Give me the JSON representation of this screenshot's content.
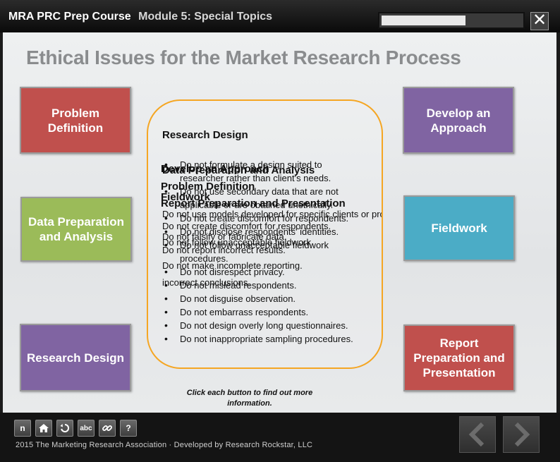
{
  "header": {
    "course": "MRA PRC Prep Course",
    "module": "Module 5:  Special Topics",
    "progress_percent": 60,
    "close_icon": "close-icon"
  },
  "slide": {
    "title": "Ethical Issues for the Market Research Process"
  },
  "tiles": {
    "problem_definition": "Problem Definition",
    "develop_approach": "Develop an Approach",
    "data_preparation": "Data Preparation and Analysis",
    "fieldwork": "Fieldwork",
    "research_design": "Research Design",
    "report": "Report Preparation and Presentation"
  },
  "panel": {
    "heading": "Research Design",
    "bullets": [
      "Do not formulate a design suited to researcher rather than client's needs.",
      "Do not use secondary data that are not applicable or are obtained unethically.",
      "Do not create discomfort for respondents.",
      "Do not disclose respondents' identities.",
      "Do not follow unacceptable fieldwork procedures.",
      "Do not disrespect privacy.",
      "Do not mislead respondents.",
      "Do not disguise observation.",
      "Do not embarrass respondents.",
      "Do not design overly long questionnaires.",
      "Do not inappropriate sampling procedures."
    ],
    "ghost_headings": [
      "Develop an Approach",
      "Data Preparation and Analysis",
      "Problem Definition",
      "Fieldwork",
      "Report Preparation and Presentation"
    ],
    "ghost_lines": [
      "Do not use models developed for specific clients or projects",
      "Do not create discomfort for respondents.",
      "Do not falsify or fabricate data.",
      "Do not follow unacceptable fieldwork",
      "Do not report incorrect results.",
      "Do not make incomplete reporting.",
      "incorrect conclusions."
    ]
  },
  "hint": "Click each button to find out more information.",
  "toolbar": {
    "notes_label": "n",
    "glossary_label": "abc",
    "help_label": "?",
    "icons": [
      "home-icon",
      "replay-icon",
      "link-icon"
    ]
  },
  "footer": {
    "text": "2015 The Marketing Research Association · Developed by Research Rockstar, LLC"
  },
  "colors": {
    "red": "#c0504d",
    "purple": "#8064a2",
    "green": "#9bbb59",
    "teal": "#4bacc6",
    "panel_border": "#f5a623"
  }
}
